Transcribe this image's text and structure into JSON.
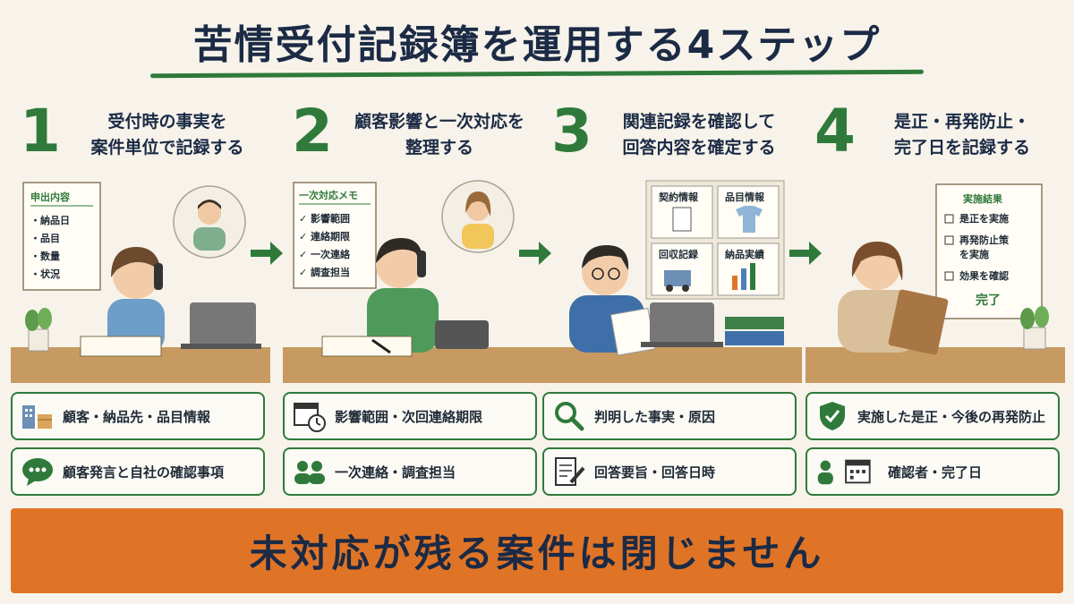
{
  "title": "苦情受付記録簿を運用する4ステップ",
  "steps": [
    {
      "num": "1",
      "head_line1": "受付時の事実を",
      "head_line2": "案件単位で記録する",
      "note_title": "申出内容",
      "note_items": [
        "・納品日",
        "・品目",
        "・数量",
        "・状況"
      ],
      "box1": "顧客・納品先・品目情報",
      "box1_icon": "building-box-icon",
      "box2": "顧客発言と自社の確認事項",
      "box2_icon": "speech-bubble-icon"
    },
    {
      "num": "2",
      "head_line1": "顧客影響と一次対応を",
      "head_line2": "整理する",
      "note_title": "一次対応メモ",
      "note_items": [
        "✓ 影響範囲",
        "✓ 連絡期限",
        "✓ 一次連絡",
        "✓ 調査担当"
      ],
      "box1": "影響範囲・次回連絡期限",
      "box1_icon": "calendar-clock-icon",
      "box2": "一次連絡・調査担当",
      "box2_icon": "people-icon"
    },
    {
      "num": "3",
      "head_line1": "関連記録を確認して",
      "head_line2": "回答内容を確定する",
      "cards": [
        "契約情報",
        "品目情報",
        "回収記録",
        "納品実績"
      ],
      "box1": "判明した事実・原因",
      "box1_icon": "magnifier-icon",
      "box2": "回答要旨・回答日時",
      "box2_icon": "document-pen-icon"
    },
    {
      "num": "4",
      "head_line1": "是正・再発防止・",
      "head_line2": "完了日を記録する",
      "note_title": "実施結果",
      "note_items": [
        "是正を実施",
        "再発防止策",
        "を実施",
        "効果を確認"
      ],
      "note_done": "完了",
      "box1": "実施した是正・今後の再発防止",
      "box1_icon": "shield-check-icon",
      "box2": "確認者・完了日",
      "box2_icon": "person-calendar-icon"
    }
  ],
  "banner": "未対応が残る案件は閉じません",
  "colors": {
    "green": "#2f7a3b",
    "orange": "#e07426",
    "navy": "#1b2a45"
  }
}
